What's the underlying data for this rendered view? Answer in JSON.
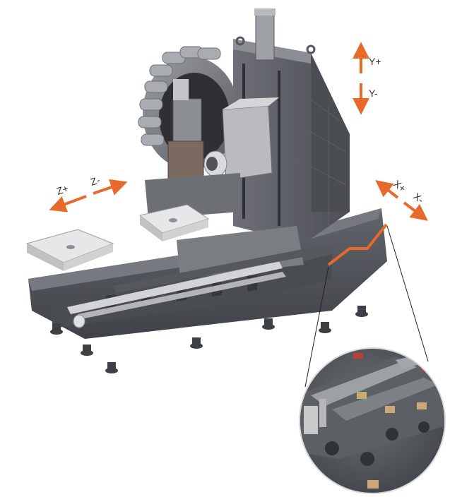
{
  "axes": {
    "y_plus": "Y+",
    "y_minus": "Y-",
    "z_plus": "Z+",
    "z_minus": "Z-",
    "x_plus": "X+",
    "x_minus": "X-"
  },
  "colors": {
    "arrow": "#e8692c",
    "machine_dark": "#5a5d63",
    "machine_mid": "#8a8d92",
    "machine_light": "#c9cbcd",
    "pallet": "#e6e7e8",
    "highlight": "#e8692c"
  },
  "icons": {
    "tool_magazine": "tool-magazine-icon",
    "spindle": "spindle-icon",
    "pallet": "pallet-icon",
    "detail_inset": "magnifier-icon"
  }
}
